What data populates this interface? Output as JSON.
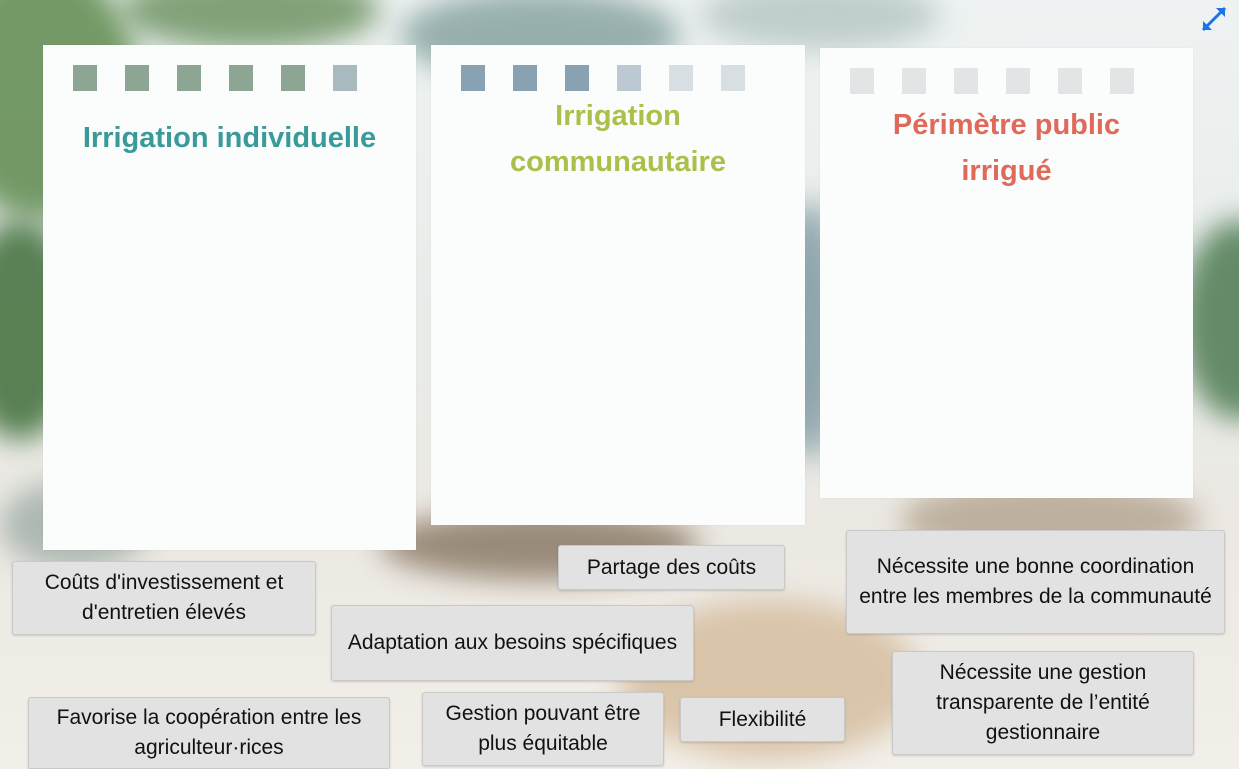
{
  "columns": [
    {
      "title": "Irrigation individuelle",
      "color": "#3a9a9a"
    },
    {
      "title": "Irrigation communautaire",
      "color": "#a9c14a"
    },
    {
      "title": "Périmètre public irrigué",
      "color": "#e06a5a"
    }
  ],
  "cards": [
    {
      "text": "Coûts d'investissement et d'entretien élevés"
    },
    {
      "text": "Partage des coûts"
    },
    {
      "text": "Nécessite une bonne coordination entre les membres de la communauté"
    },
    {
      "text": "Adaptation aux besoins spécifiques"
    },
    {
      "text": "Nécessite une gestion transparente de l’entité gestionnaire"
    },
    {
      "text": "Favorise la coopération entre les agriculteur·rices"
    },
    {
      "text": "Gestion pouvant être plus équitable"
    },
    {
      "text": "Flexibilité"
    }
  ],
  "controls": {
    "expand_icon": "expand-icon",
    "accent": "#1a73e8"
  }
}
